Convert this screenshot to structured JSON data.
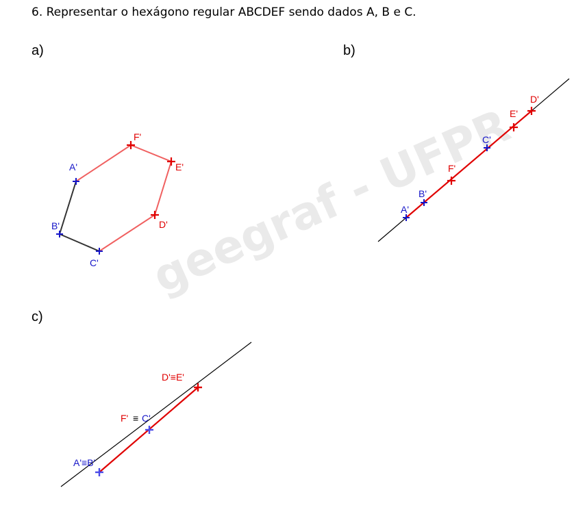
{
  "title": "6. Representar o hexágono regular ABCDEF sendo dados A, B e C.",
  "parts": {
    "a": "a)",
    "b": "b)",
    "c": "c)"
  },
  "watermark": "geegraf - UFPR",
  "colors": {
    "blue": "#1515c8",
    "red": "#e00000",
    "black": "#000000",
    "lightblue": "#4a4ae8"
  },
  "labels_a": {
    "A": "A'",
    "B": "B'",
    "C": "C'",
    "D": "D'",
    "E": "E'",
    "F": "F'"
  },
  "labels_b": {
    "A": "A'",
    "B": "B'",
    "C": "C'",
    "D": "D'",
    "E": "E'",
    "F": "F'"
  },
  "labels_c": {
    "AB": "A'≡B'",
    "F": "F'",
    "equiv": "≡",
    "C": "C'",
    "DE": "D'≡E'"
  }
}
